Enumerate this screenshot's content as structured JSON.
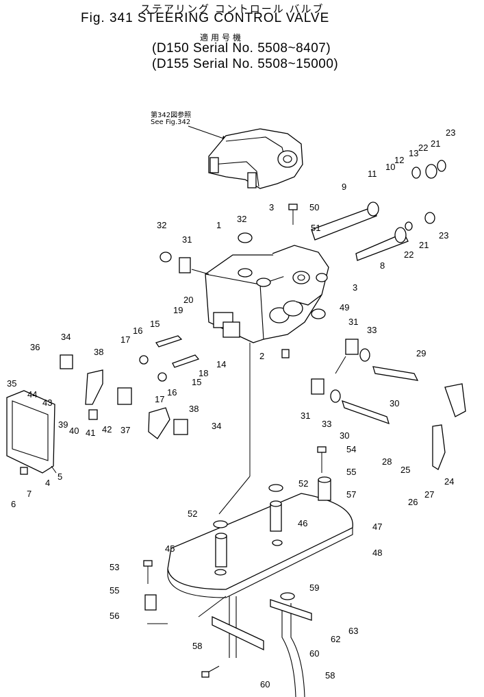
{
  "header": {
    "title_jp": "ステアリング コントロール バルブ",
    "title": "Fig. 341 STEERING CONTROL VALVE",
    "apply_label_jp": "適用号機",
    "serial_1": "(D150 Serial No. 5508~8407)",
    "serial_2": "(D155 Serial No. 5508~15000)"
  },
  "reference": {
    "jp": "第342図参照",
    "en": "See Fig.342"
  },
  "callouts": [
    "1",
    "2",
    "3",
    "3",
    "4",
    "5",
    "6",
    "7",
    "8",
    "9",
    "10",
    "11",
    "12",
    "13",
    "14",
    "15",
    "15",
    "16",
    "16",
    "17",
    "17",
    "18",
    "19",
    "20",
    "21",
    "21",
    "22",
    "22",
    "23",
    "23",
    "24",
    "25",
    "26",
    "27",
    "28",
    "29",
    "30",
    "30",
    "31",
    "31",
    "31",
    "32",
    "32",
    "33",
    "33",
    "34",
    "34",
    "35",
    "36",
    "37",
    "38",
    "38",
    "39",
    "40",
    "41",
    "42",
    "43",
    "44",
    "45",
    "46",
    "47",
    "48",
    "49",
    "50",
    "51",
    "52",
    "52",
    "53",
    "54",
    "55",
    "55",
    "56",
    "57",
    "58",
    "58",
    "59",
    "60",
    "60",
    "62",
    "63"
  ]
}
